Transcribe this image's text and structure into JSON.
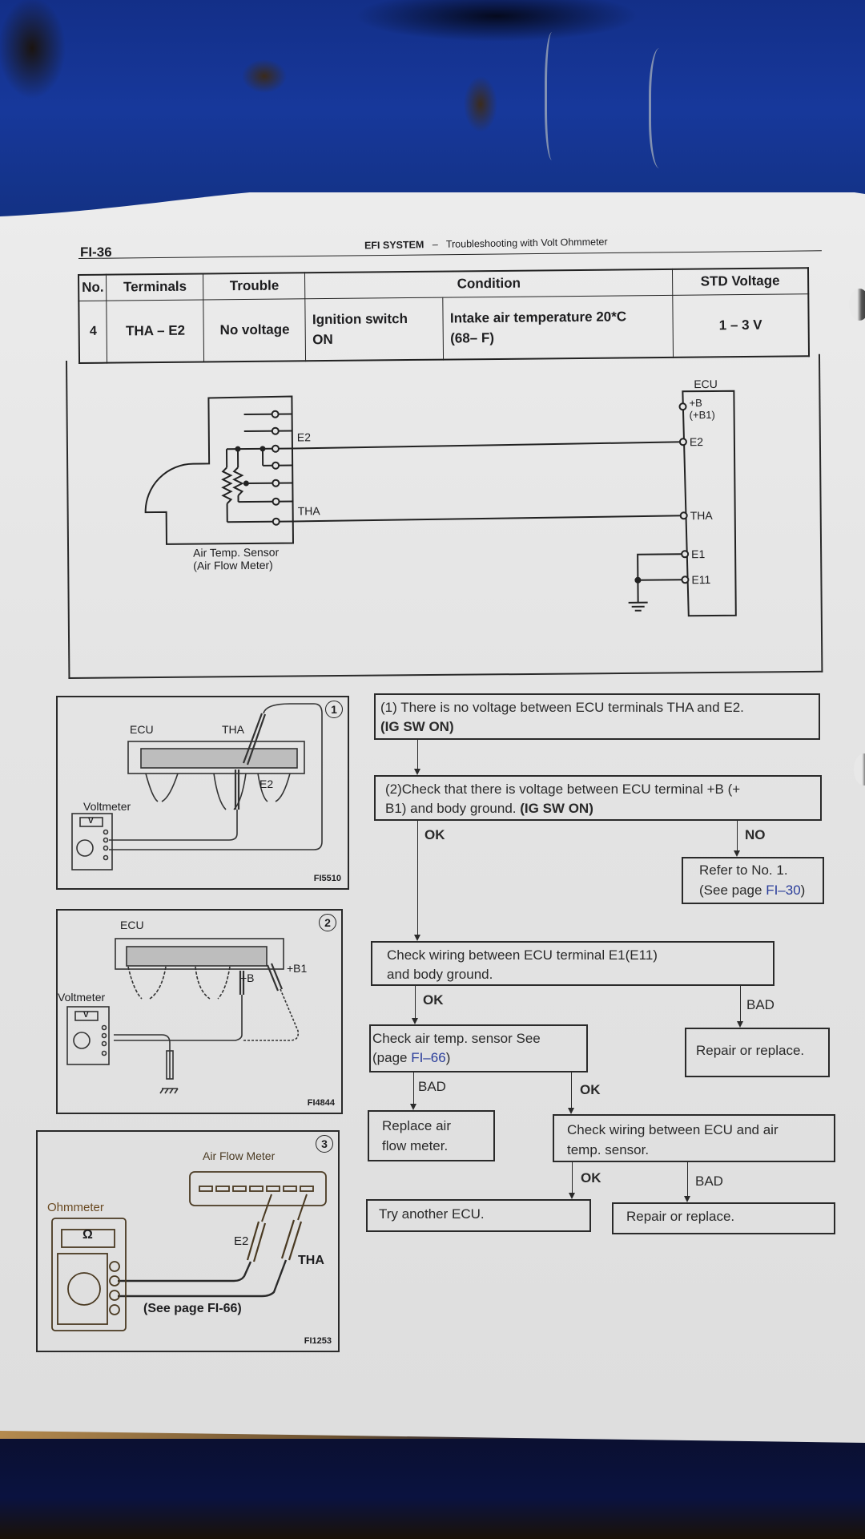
{
  "header": {
    "page_number": "FI-36",
    "section": "EFI SYSTEM",
    "separator": "–",
    "subtitle": "Troubleshooting with Volt  Ohmmeter"
  },
  "spec_table": {
    "headers": {
      "no": "No.",
      "terminals": "Terminals",
      "trouble": "Trouble",
      "condition": "Condition",
      "std_voltage": "STD Voltage"
    },
    "row": {
      "no": "4",
      "terminals": "THA – E2",
      "trouble": "No voltage",
      "condition_switch_line1": "Ignition switch",
      "condition_switch_line2": "ON",
      "condition_temp_line1": "Intake air temperature 20*C",
      "condition_temp_line2": "(68– F)",
      "std_voltage": "1 – 3 V"
    }
  },
  "circuit": {
    "sensor_label_line1": "Air Temp. Sensor",
    "sensor_label_line2": "(Air Flow Meter)",
    "sensor_terminal_e2": "E2",
    "sensor_terminal_tha": "THA",
    "ecu_label": "ECU",
    "ecu_terminals": {
      "b": "+B",
      "b1": "(+B1)",
      "e2": "E2",
      "tha": "THA",
      "e1": "E1",
      "e11": "E11"
    }
  },
  "figures": [
    {
      "number": "1",
      "code": "FI5510",
      "ecu_label": "ECU",
      "probe_label_1": "THA",
      "probe_label_2": "E2",
      "meter_label": "Voltmeter",
      "meter_display": "V"
    },
    {
      "number": "2",
      "code": "FI4844",
      "ecu_label": "ECU",
      "probe_label_1": "+B",
      "probe_label_2": "+B1",
      "meter_label": "Voltmeter",
      "meter_display": "V"
    },
    {
      "number": "3",
      "code": "FI1253",
      "device_label": "Air Flow Meter",
      "meter_label": "Ohmmeter",
      "meter_display": "Ω",
      "probe_label_1": "E2",
      "probe_label_2": "THA",
      "note": "(See page FI-66)"
    }
  ],
  "flowchart": {
    "step1": {
      "text": "(1) There is no voltage between ECU terminals THA and E2.",
      "bold": "(IG SW ON)"
    },
    "step2": {
      "text_line1": "(2)Check that there is voltage between ECU terminal +B (+",
      "text_line2": "B1) and body ground.",
      "bold": "(IG SW ON)"
    },
    "step2_ok": "OK",
    "step2_no": "NO",
    "refer": {
      "line1": "Refer to No. 1.",
      "line2_prefix": "(See page ",
      "link": "FI–30",
      "line2_suffix": ")"
    },
    "step3": {
      "line1": "Check wiring between ECU terminal E1(E11)",
      "line2": "and body ground."
    },
    "step3_ok": "OK",
    "step3_bad": "BAD",
    "repair1": "Repair or replace.",
    "step4": {
      "line1": "Check air temp. sensor See",
      "line2_prefix": "(page ",
      "link": "FI–66",
      "line2_suffix": ")"
    },
    "step4_bad": "BAD",
    "step4_ok": "OK",
    "replace_afm": {
      "line1": "Replace air",
      "line2": "flow meter."
    },
    "step5": {
      "line1": "Check wiring between ECU and air",
      "line2": "temp. sensor."
    },
    "step5_ok": "OK",
    "step5_bad": "BAD",
    "try_ecu": "Try another ECU.",
    "repair2": "Repair or replace."
  }
}
